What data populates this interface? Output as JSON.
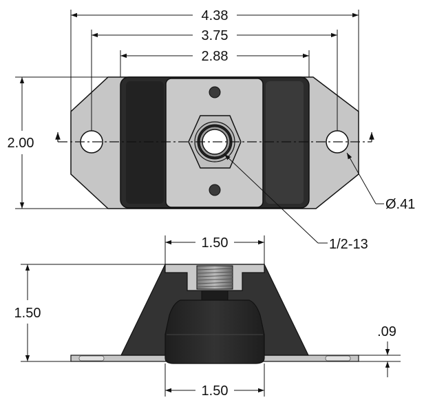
{
  "dimensions": {
    "overall_width": "4.38",
    "hole_spacing": "3.75",
    "rubber_width": "2.88",
    "overall_height_top_view": "2.00",
    "hole_diameter": "Ø.41",
    "thread": "1/2-13",
    "top_plate_width": "1.50",
    "side_height": "1.50",
    "base_thickness": ".09",
    "bottom_width": "1.50"
  },
  "colors": {
    "line": "#111111",
    "plate": "#c4c4c4",
    "plate_light": "#d9d9d9",
    "rubber": "#2a2a2a",
    "rubber_dark": "#1a1a1a"
  }
}
